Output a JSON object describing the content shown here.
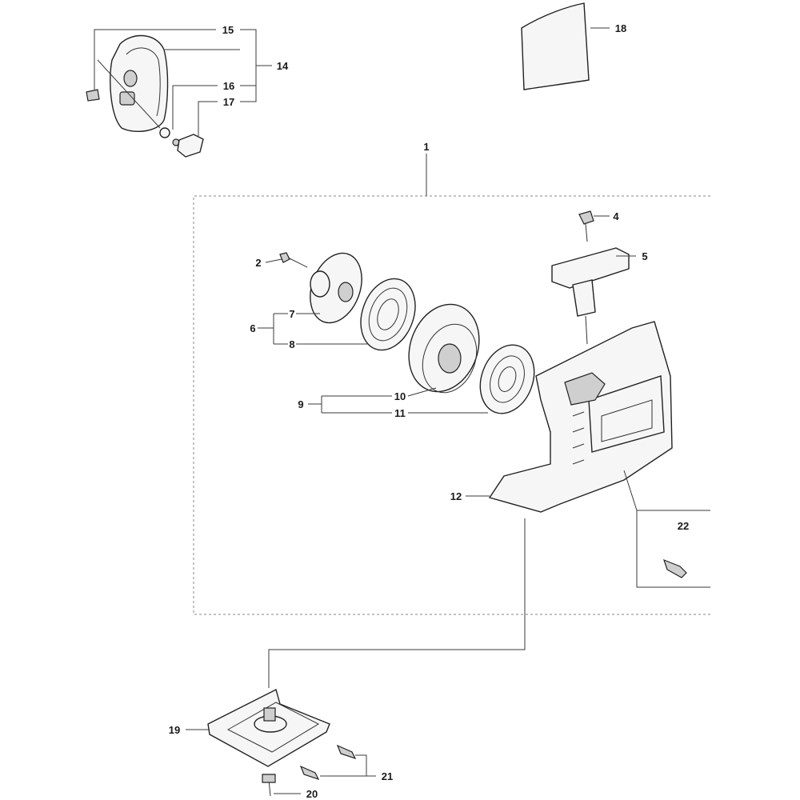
{
  "callouts": {
    "c1": "1",
    "c2": "2",
    "c4": "4",
    "c5": "5",
    "c6": "6",
    "c7": "7",
    "c8": "8",
    "c9": "9",
    "c10": "10",
    "c11": "11",
    "c12": "12",
    "c14": "14",
    "c15": "15",
    "c16": "16",
    "c17": "17",
    "c18": "18",
    "c19": "19",
    "c20": "20",
    "c21": "21",
    "c22": "22"
  }
}
